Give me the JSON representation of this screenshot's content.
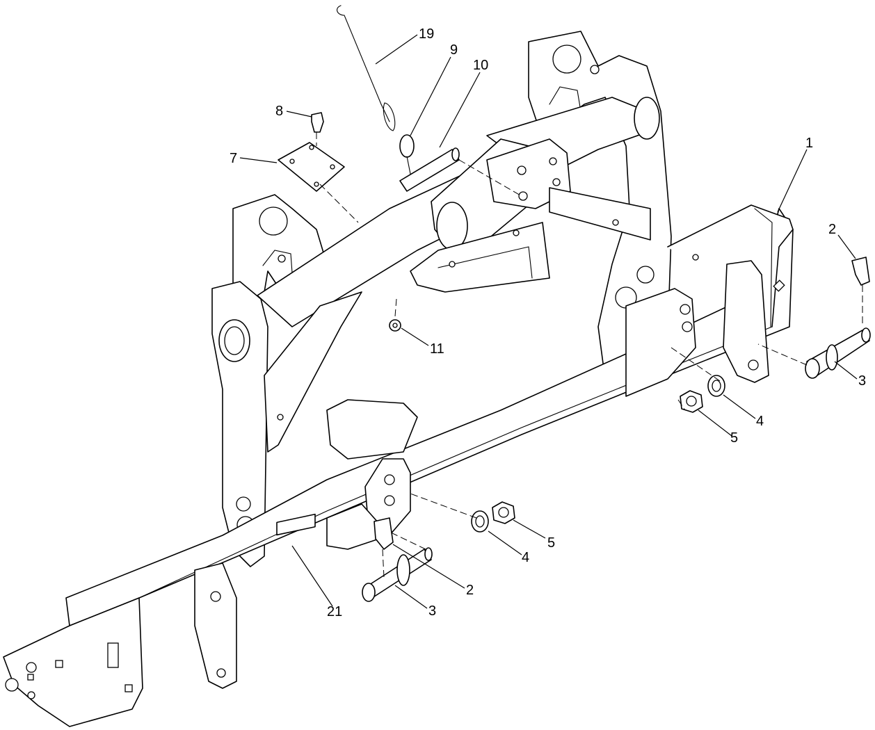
{
  "callouts": [
    {
      "id": "c19",
      "label": "19"
    },
    {
      "id": "c9",
      "label": "9"
    },
    {
      "id": "c10",
      "label": "10"
    },
    {
      "id": "c8",
      "label": "8"
    },
    {
      "id": "c7",
      "label": "7"
    },
    {
      "id": "c1",
      "label": "1"
    },
    {
      "id": "c2a",
      "label": "2"
    },
    {
      "id": "c11",
      "label": "11"
    },
    {
      "id": "c3a",
      "label": "3"
    },
    {
      "id": "c4a",
      "label": "4"
    },
    {
      "id": "c5a",
      "label": "5"
    },
    {
      "id": "c5b",
      "label": "5"
    },
    {
      "id": "c4b",
      "label": "4"
    },
    {
      "id": "c2b",
      "label": "2"
    },
    {
      "id": "c21",
      "label": "21"
    },
    {
      "id": "c3b",
      "label": "3"
    }
  ]
}
